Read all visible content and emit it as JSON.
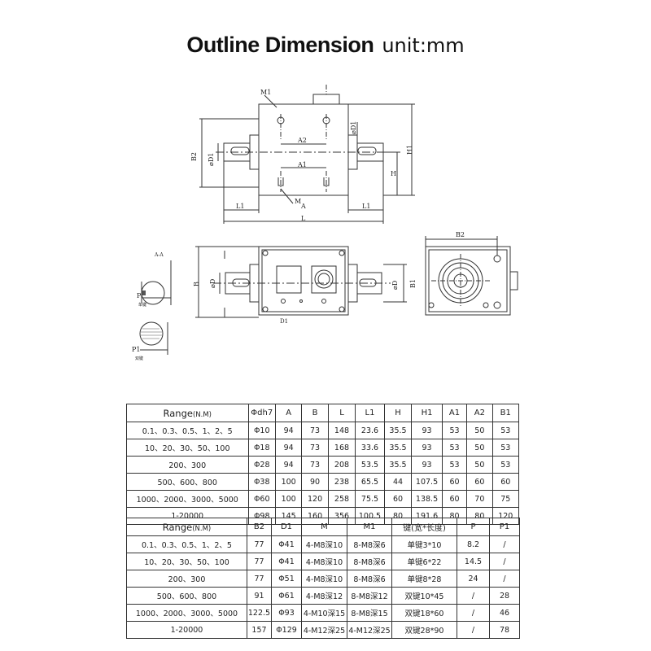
{
  "title": {
    "main": "Outline Dimension",
    "unit": "unit:mm"
  },
  "drawing_labels": {
    "M1": "M1",
    "A2": "A2",
    "A1": "A1",
    "phiD1_top": "⌀D1",
    "B2": "B2",
    "phiD1_left": "⌀D1",
    "H1": "H1",
    "H": "H",
    "M": "M",
    "A": "A",
    "L1_left": "L1",
    "L1_right": "L1",
    "L": "L",
    "AA": "A-A",
    "B": "B",
    "phiD_left": "⌀D",
    "phiD_right": "⌀D",
    "B1": "B1",
    "D1": "D1",
    "B2_right": "B2",
    "P": "P",
    "single_key": "单键",
    "P1": "P1",
    "double_key": "双键"
  },
  "table1": {
    "headers": [
      "Range",
      "Φdh7",
      "A",
      "B",
      "L",
      "L1",
      "H",
      "H1",
      "A1",
      "A2",
      "B1"
    ],
    "range_unit": "(N.M)",
    "rows": [
      [
        "0.1、0.3、0.5、1、2、5",
        "Φ10",
        "94",
        "73",
        "148",
        "23.6",
        "35.5",
        "93",
        "53",
        "50",
        "53"
      ],
      [
        "10、20、30、50、100",
        "Φ18",
        "94",
        "73",
        "168",
        "33.6",
        "35.5",
        "93",
        "53",
        "50",
        "53"
      ],
      [
        "200、300",
        "Φ28",
        "94",
        "73",
        "208",
        "53.5",
        "35.5",
        "93",
        "53",
        "50",
        "53"
      ],
      [
        "500、600、800",
        "Φ38",
        "100",
        "90",
        "238",
        "65.5",
        "44",
        "107.5",
        "60",
        "60",
        "60"
      ],
      [
        "1000、2000、3000、5000",
        "Φ60",
        "100",
        "120",
        "258",
        "75.5",
        "60",
        "138.5",
        "60",
        "70",
        "75"
      ],
      [
        "1-20000",
        "Φ98",
        "145",
        "160",
        "356",
        "100.5",
        "80",
        "191.6",
        "80",
        "80",
        "120"
      ]
    ]
  },
  "table2": {
    "headers": [
      "Range",
      "B2",
      "D1",
      "M",
      "M1",
      "键(宽*长度)",
      "P",
      "P1"
    ],
    "range_unit": "(N.M)",
    "rows": [
      [
        "0.1、0.3、0.5、1、2、5",
        "77",
        "Φ41",
        "4-M8深10",
        "8-M8深6",
        "单键3*10",
        "8.2",
        "/"
      ],
      [
        "10、20、30、50、100",
        "77",
        "Φ41",
        "4-M8深10",
        "8-M8深6",
        "单键6*22",
        "14.5",
        "/"
      ],
      [
        "200、300",
        "77",
        "Φ51",
        "4-M8深10",
        "8-M8深6",
        "单键8*28",
        "24",
        "/"
      ],
      [
        "500、600、800",
        "91",
        "Φ61",
        "4-M8深12",
        "8-M8深12",
        "双键10*45",
        "/",
        "28"
      ],
      [
        "1000、2000、3000、5000",
        "122.5",
        "Φ93",
        "4-M10深15",
        "8-M8深15",
        "双键18*60",
        "/",
        "46"
      ],
      [
        "1-20000",
        "157",
        "Φ129",
        "4-M12深25",
        "4-M12深25",
        "双键28*90",
        "/",
        "78"
      ]
    ]
  }
}
